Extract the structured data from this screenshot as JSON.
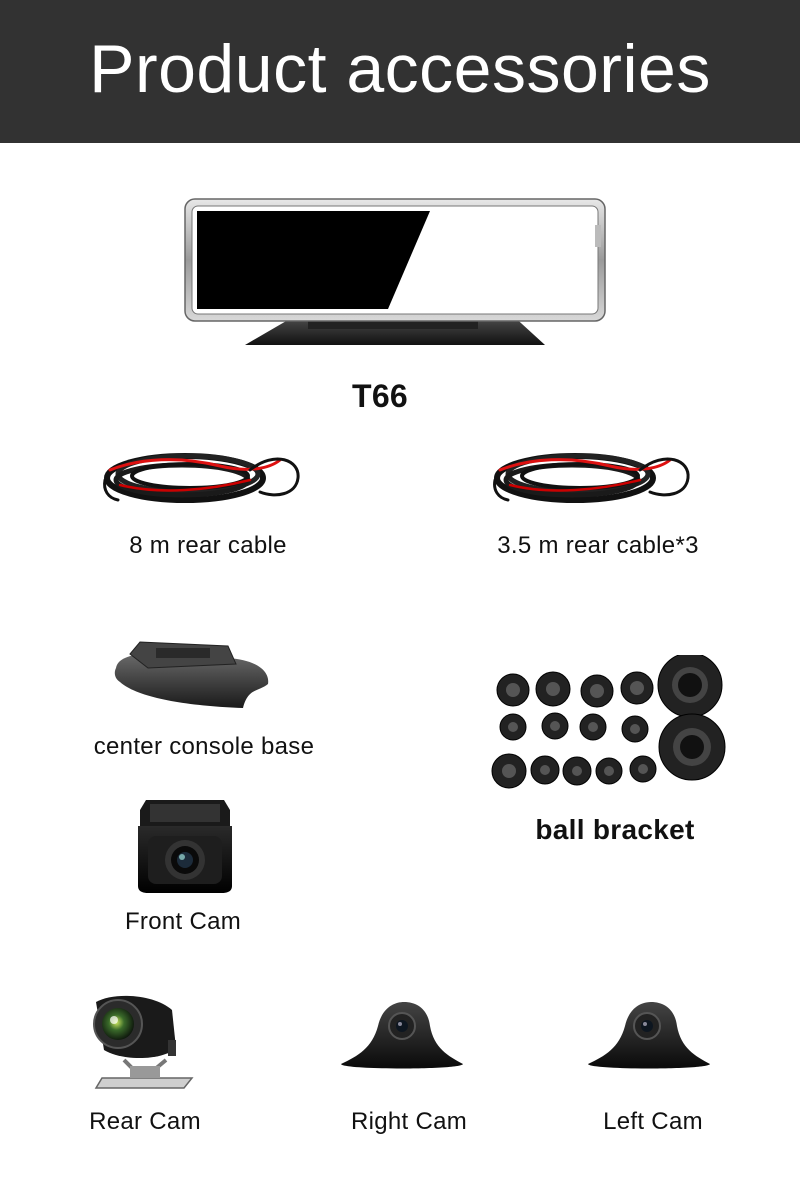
{
  "header": {
    "title": "Product accessories"
  },
  "products": {
    "main_unit": {
      "label": "T66",
      "icon": "mirror-dashcam-icon"
    },
    "cable_8m": {
      "label": "8 m rear cable",
      "icon": "cable-coil-icon"
    },
    "cable_3_5m": {
      "label": "3.5 m rear cable*3",
      "icon": "cable-coil-icon"
    },
    "console_base": {
      "label": "center console base",
      "icon": "console-base-icon"
    },
    "ball_bracket": {
      "label": "ball bracket",
      "icon": "ball-bracket-icon"
    },
    "front_cam": {
      "label": "Front Cam",
      "icon": "front-camera-icon"
    },
    "rear_cam": {
      "label": "Rear Cam",
      "icon": "rear-camera-icon"
    },
    "right_cam": {
      "label": "Right Cam",
      "icon": "side-camera-icon"
    },
    "left_cam": {
      "label": "Left Cam",
      "icon": "side-camera-icon"
    }
  },
  "colors": {
    "banner": "#323232",
    "banner_text": "#ffffff",
    "label_text": "#111111"
  }
}
